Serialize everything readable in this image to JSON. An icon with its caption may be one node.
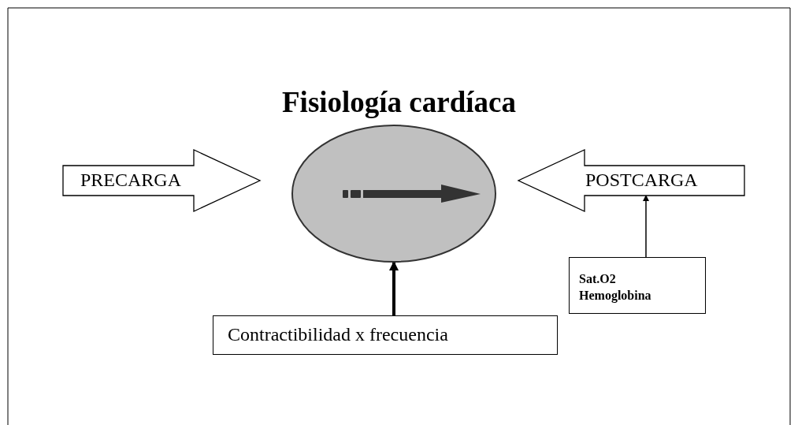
{
  "diagram": {
    "title": "Fisiología cardíaca",
    "nodes": [
      {
        "text": [
          "PRECARGA"
        ]
      },
      {
        "text": [],
        "shape": "circle"
      },
      {
        "text": [
          "POSTCARGA"
        ]
      },
      {
        "text": [
          "Sat.O2",
          "Hemoglobina"
        ]
      },
      {
        "text": [
          "Contractibilidad x frecuencia"
        ]
      }
    ],
    "edges": [
      {
        "from": 3,
        "to": 2,
        "arrow": "to"
      },
      {
        "from": 4,
        "to": 1,
        "arrow": "to",
        "style": "thick"
      }
    ]
  }
}
